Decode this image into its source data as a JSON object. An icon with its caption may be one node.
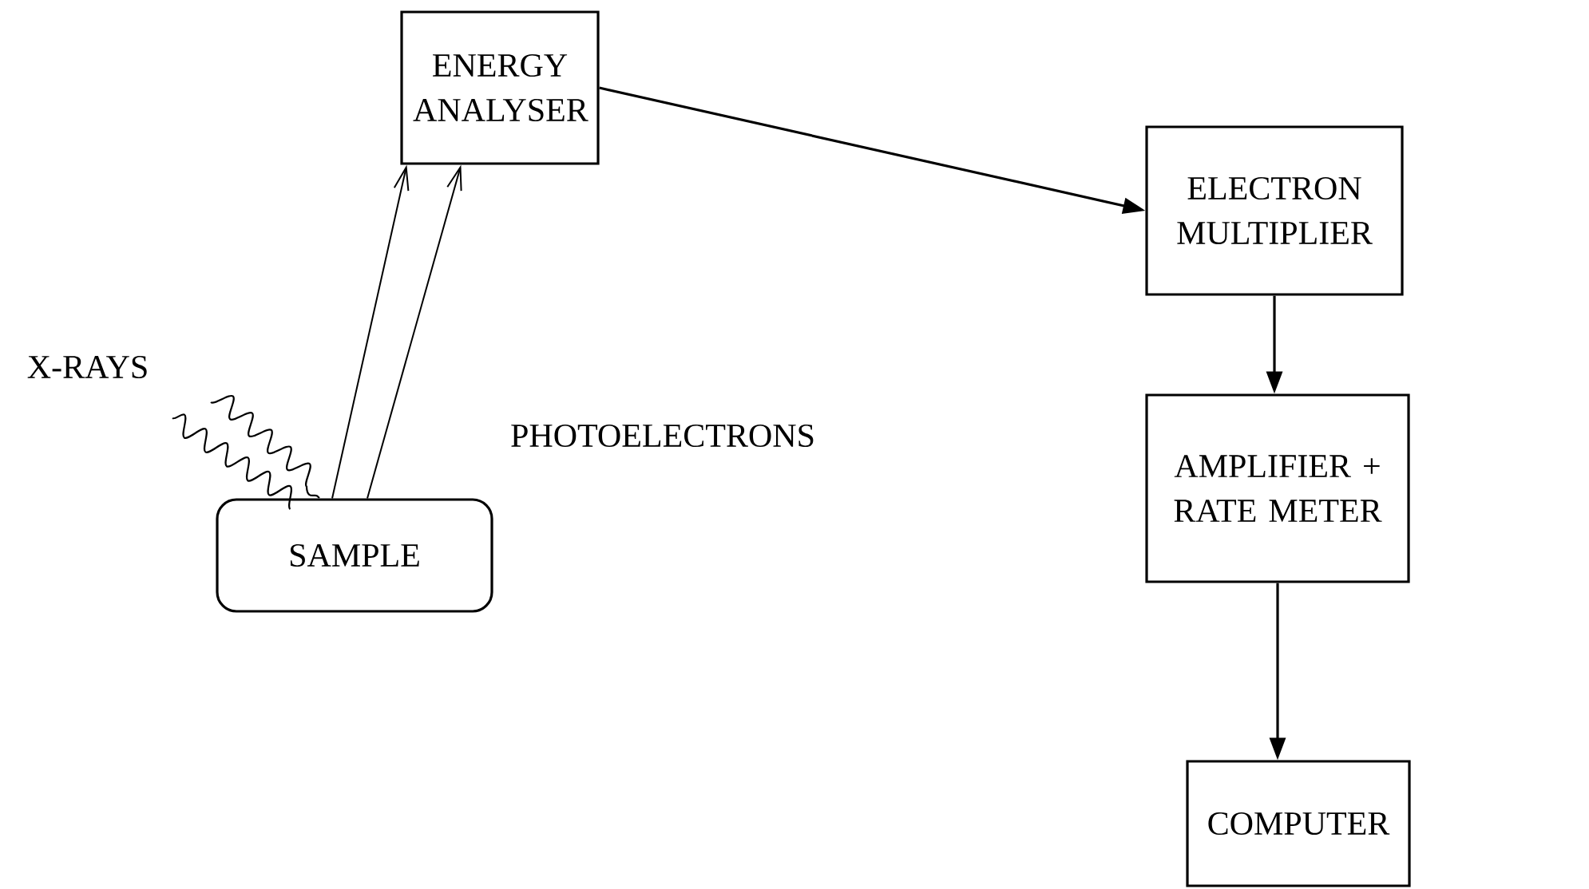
{
  "diagram": {
    "nodes": [
      {
        "text": [
          "SAMPLE"
        ]
      },
      {
        "text": [
          "ENERGY ANALYSER"
        ]
      },
      {
        "text": [
          "ELECTRON MULTIPLIER"
        ]
      },
      {
        "text": [
          "AMPLIFIER + RATE METER"
        ]
      },
      {
        "text": [
          "COMPUTER"
        ]
      }
    ],
    "edges": [
      {
        "from": 0,
        "to": 1,
        "arrow": "to"
      },
      {
        "from": 0,
        "to": 1,
        "arrow": "to"
      },
      {
        "from": 1,
        "to": 2,
        "arrow": "to"
      },
      {
        "from": 2,
        "to": 3,
        "arrow": "to"
      },
      {
        "from": 3,
        "to": 4,
        "arrow": "to"
      }
    ],
    "labels": [
      "X-RAYS",
      "PHOTOELECTRONS"
    ]
  }
}
